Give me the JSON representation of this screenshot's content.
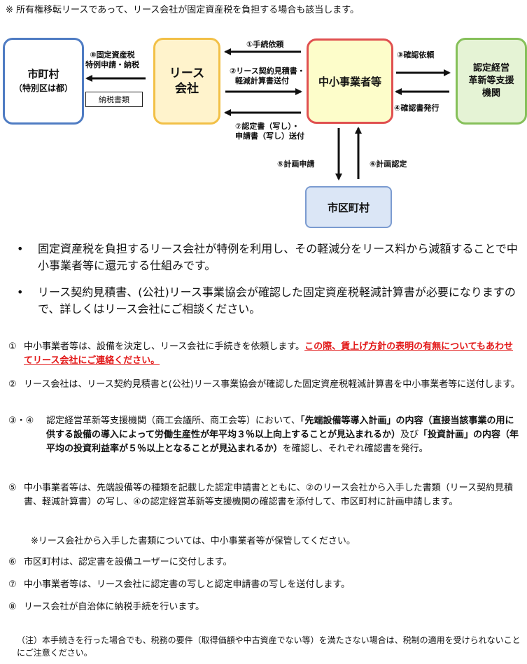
{
  "top_note": "※ 所有権移転リースであって、リース会社が固定資産税を負担する場合も該当します。",
  "diagram": {
    "city": {
      "line1": "市町村",
      "line2": "（特別区は都）"
    },
    "lease": {
      "line1": "リース",
      "line2": "会社"
    },
    "sme": "中小事業者等",
    "cert_org": {
      "line1": "認定経営",
      "line2": "革新等支援",
      "line3": "機関"
    },
    "muni": "市区町村",
    "label_8": {
      "line1": "⑧固定資産税",
      "line2": "特例申請・納税"
    },
    "nozei": "納税書類",
    "label_1": "①手続依頼",
    "label_2": {
      "line1": "②リース契約見積書・",
      "line2": "軽減計算書送付"
    },
    "label_7": {
      "line1": "⑦認定書（写し）・",
      "line2": "申請書（写し）送付"
    },
    "label_3": "③確認依頼",
    "label_4": "④確認書発行",
    "label_5": "⑤計画申請",
    "label_6": "⑥計画認定"
  },
  "bullets": [
    {
      "mark": "•",
      "text": "固定資産税を負担するリース会社が特例を利用し、その軽減分をリース料から減額することで中小事業者等に還元する仕組みです。"
    },
    {
      "mark": "•",
      "text": "リース契約見積書、(公社)リース事業協会が確認した固定資産税軽減計算書が必要になりますので、詳しくはリース会社にご相談ください。"
    }
  ],
  "steps": {
    "s1": {
      "num": "①",
      "text": "中小事業者等は、設備を決定し、リース会社に手続きを依頼します。",
      "red": "この際、賃上げ方針の表明の有無についてもあわせてリース会社にご連絡ください。"
    },
    "s2": {
      "num": "②",
      "text": "リース会社は、リース契約見積書と(公社)リース事業協会が確認した固定資産税軽減計算書を中小事業者等に送付します。"
    },
    "s34": {
      "num": "③・④",
      "t1": "認定経営革新等支援機関（商工会議所、商工会等）において、",
      "b1": "「先端設備等導入計画」の内容（直接当該事業の用に供する設備の導入によって労働生産性が年平均３％以上向上することが見込まれるか）",
      "t2": "及び",
      "b2": "「投資計画」の内容（年平均の投資利益率が５％以上となることが見込まれるか）",
      "t3": "を確認し、それぞれ確認書を発行。"
    },
    "s5": {
      "num": "⑤",
      "text": "中小事業者等は、先端設備等の種類を記載した認定申請書とともに、②のリース会社から入手した書類（リース契約見積書、軽減計算書）の写し、④の認定経営革新等支援機関の確認書を添付して、市区町村に計画申請します。"
    },
    "s5_note": "※リース会社から入手した書類については、中小事業者等が保管してください。",
    "s6": {
      "num": "⑥",
      "text": "市区町村は、認定書を設備ユーザーに交付します。"
    },
    "s7": {
      "num": "⑦",
      "text": "中小事業者等は、リース会社に認定書の写しと認定申請書の写しを送付します。"
    },
    "s8": {
      "num": "⑧",
      "text": "リース会社が自治体に納税手続を行います。"
    }
  },
  "footnote": "（注）本手続きを行った場合でも、税務の要件（取得価額や中古資産でない等）を満たさない場合は、税制の適用を受けられないことにご注意ください。"
}
